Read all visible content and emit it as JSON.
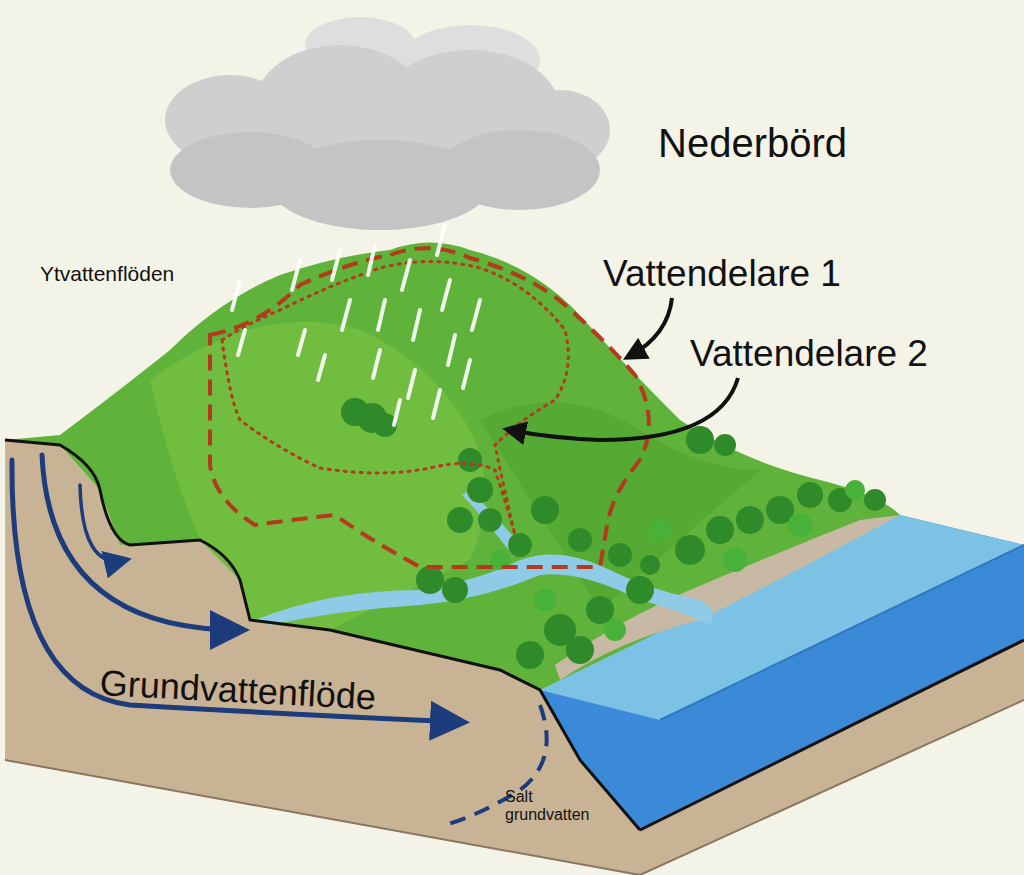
{
  "diagram": {
    "labels": [
      "Nederbörd",
      "Ytvattenflöden",
      "Vattendelare 1",
      "Vattendelare 2",
      "Grundvattenflöde",
      "Salt grundvatten"
    ]
  }
}
